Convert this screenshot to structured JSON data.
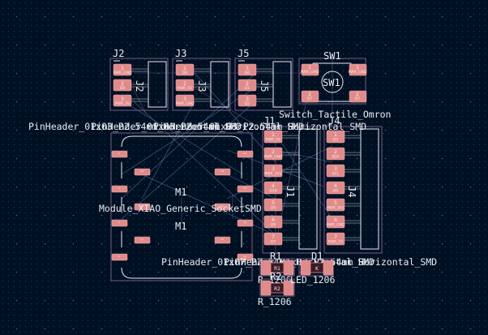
{
  "app": {
    "view": "pcb-editor-canvas"
  },
  "colors": {
    "background": "#001023",
    "pad": "#e08b8b",
    "silkscreen": "#e8ecf0",
    "courtyard": "#6f5a86",
    "ratsnest": "#6d8ab6"
  },
  "footprints": {
    "J2": {
      "ref": "J2",
      "ref_fab": "J2",
      "value": "PinHeader_01x03_P2.54mm_Horizontal_SMD",
      "pads": [
        {
          "num": "1",
          "net": "PWR_GND"
        },
        {
          "num": "2",
          "net": "D9"
        },
        {
          "num": "3",
          "net": "PWR_3V"
        }
      ]
    },
    "J3": {
      "ref": "J3",
      "ref_fab": "J3",
      "value": "PinHeader_01x03_P2.54mm_Horizontal_SMD",
      "pads": [
        {
          "num": "1",
          "net": "D6"
        },
        {
          "num": "2",
          "net": "PWR_5V"
        },
        {
          "num": "3",
          "net": "PWR_GND"
        }
      ]
    },
    "J5": {
      "ref": "J5",
      "ref_fab": "J5",
      "value": "PinHeader_01x03_P2.54mm_Horizontal_SMD",
      "pads": [
        {
          "num": "1",
          "net": "D0"
        },
        {
          "num": "2",
          "net": "D1"
        },
        {
          "num": "3",
          "net": "D2"
        }
      ]
    },
    "SW1": {
      "ref": "SW1",
      "ref_fab": "SW1",
      "value": "Switch_Tactile_Omron",
      "pads": [
        {
          "num": "1",
          "net": "PWR_GND"
        },
        {
          "num": "1",
          "net": "PWR_GND"
        },
        {
          "num": "2",
          "net": "D7"
        },
        {
          "num": "2",
          "net": "D7"
        }
      ]
    },
    "J1": {
      "ref": "J1",
      "ref_fab": "J1",
      "value": "PinHeader_01x07_P2.54mm_Horizontal_SMD",
      "pads": [
        {
          "num": "1",
          "net": "PWR_5V"
        },
        {
          "num": "2",
          "net": "PWR_GND"
        },
        {
          "num": "3",
          "net": "PWR_3V3"
        },
        {
          "num": "4",
          "net": "D10"
        },
        {
          "num": "5",
          "net": "D9"
        },
        {
          "num": "6",
          "net": "D8"
        },
        {
          "num": "7",
          "net": "D7"
        }
      ]
    },
    "J4": {
      "ref": "J4",
      "ref_fab": "J4",
      "value": "PinHeader_01x07_P2.54mm_Horizontal_SMD",
      "pads": [
        {
          "num": "1",
          "net": "D3"
        },
        {
          "num": "2",
          "net": "SDA"
        },
        {
          "num": "3",
          "net": "SCL"
        },
        {
          "num": "4",
          "net": "D6"
        },
        {
          "num": "5",
          "net": "PWR_3V3"
        },
        {
          "num": "6",
          "net": "PWR_GND"
        },
        {
          "num": "7",
          "net": "PWR_5V"
        }
      ]
    },
    "M1": {
      "ref": "M1",
      "ref_fab": "M1",
      "value": "Module_XIAO_Generic_SocketSMD",
      "pads_left": [
        {
          "num": "1",
          "net": "D0"
        },
        {
          "num": "2",
          "net": "D1"
        },
        {
          "num": "3",
          "net": "D2"
        },
        {
          "num": "4",
          "net": "D3"
        }
      ],
      "pads_left_inner": [
        {
          "num": "15",
          "net": ""
        },
        {
          "num": "16",
          "net": ""
        },
        {
          "num": "17",
          "net": ""
        }
      ],
      "pads_right": [
        {
          "num": "14",
          "net": "PWR_5V"
        },
        {
          "num": "13",
          "net": "PWR_GND"
        },
        {
          "num": "12",
          "net": "PWR_3V3"
        },
        {
          "num": "11",
          "net": "D10"
        }
      ],
      "pads_right_inner": [
        {
          "num": "18",
          "net": ""
        },
        {
          "num": "19",
          "net": ""
        },
        {
          "num": "20",
          "net": ""
        }
      ]
    },
    "R1": {
      "ref": "R1",
      "ref_fab": "R1",
      "value": "R_1206"
    },
    "R2": {
      "ref": "R2",
      "ref_fab": "R2",
      "value": "R_1206"
    },
    "D1": {
      "ref": "D1",
      "ref_fab": "K",
      "value": "LED_1206"
    }
  }
}
